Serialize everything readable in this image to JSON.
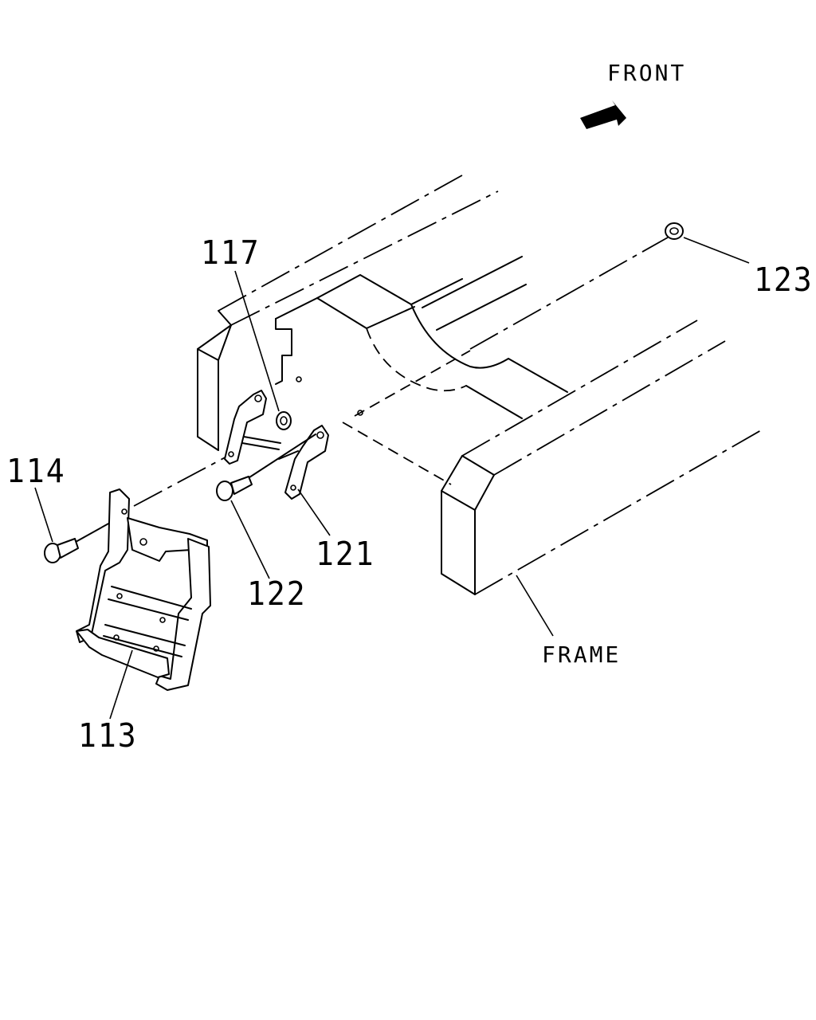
{
  "diagram": {
    "labels": {
      "front": "FRONT",
      "frame": "FRAME",
      "part_113": "113",
      "part_114": "114",
      "part_117": "117",
      "part_121": "121",
      "part_122": "122",
      "part_123": "123"
    },
    "icons": {
      "front_arrow": "right-arrow-icon"
    },
    "colors": {
      "line": "#000000",
      "background": "#ffffff"
    }
  }
}
